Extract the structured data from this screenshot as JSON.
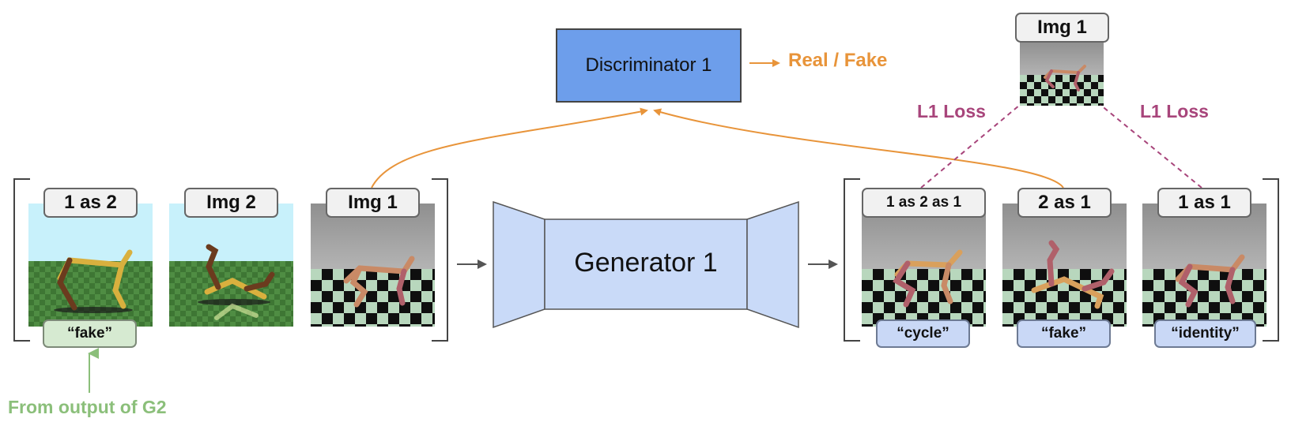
{
  "discriminator": {
    "label": "Discriminator 1",
    "output": "Real / Fake"
  },
  "generator": {
    "label": "Generator 1"
  },
  "inputs": {
    "panels": [
      {
        "title": "1 as 2",
        "tag": "“fake”"
      },
      {
        "title": "Img 2"
      },
      {
        "title": "Img 1"
      }
    ],
    "source_note": "From output of G2"
  },
  "outputs": {
    "panels": [
      {
        "title": "1 as 2 as 1",
        "tag": "“cycle”"
      },
      {
        "title": "2 as 1",
        "tag": "“fake”"
      },
      {
        "title": "1 as 1",
        "tag": "“identity”"
      }
    ]
  },
  "target": {
    "title": "Img 1"
  },
  "losses": {
    "left": "L1 Loss",
    "right": "L1 Loss"
  },
  "colors": {
    "orange": "#e8943a",
    "magenta": "#a8457b",
    "green_text": "#8bbf7a",
    "discriminator_fill": "#6d9eeb",
    "generator_fill": "#c9daf8",
    "tag_green": "#d6ead1",
    "tag_blue": "#c9d8f6"
  }
}
